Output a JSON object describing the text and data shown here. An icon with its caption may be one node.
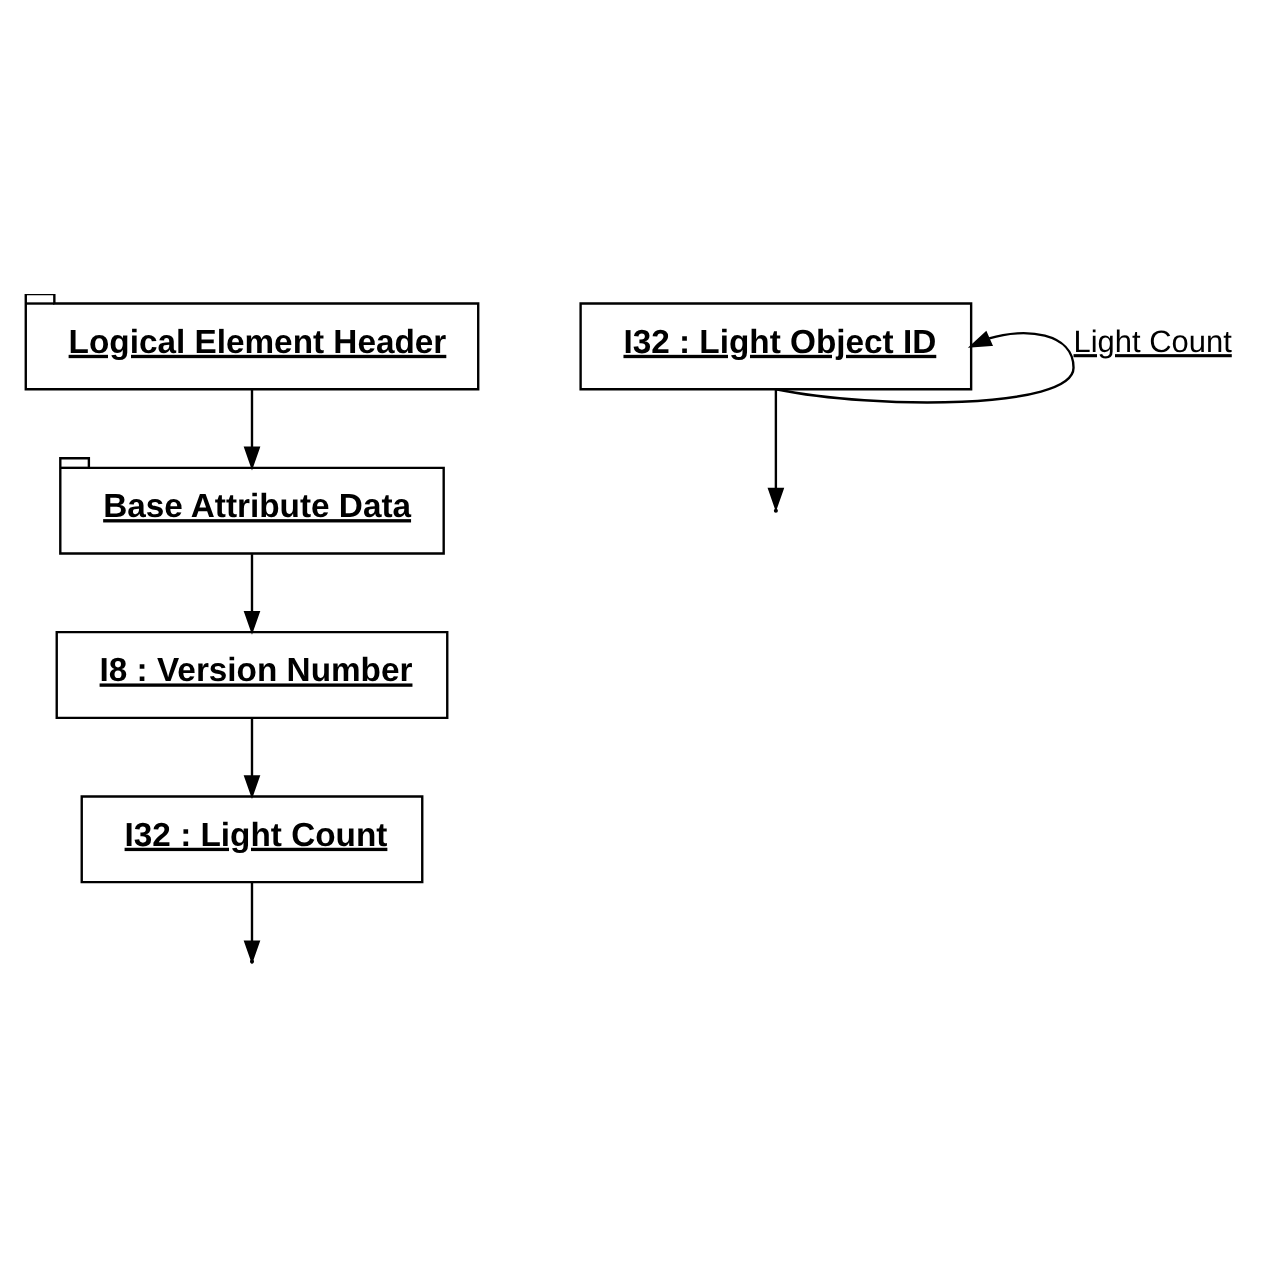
{
  "diagram": {
    "nodes": [
      {
        "text": [
          "Logical Element Header"
        ]
      },
      {
        "text": [
          "Base Attribute Data"
        ]
      },
      {
        "text": [
          "I8 : Version Number"
        ]
      },
      {
        "text": [
          "I32 : Light Count"
        ]
      },
      {
        "text": [
          "I32 : Light Object ID"
        ]
      }
    ],
    "edges": [
      {
        "from": 0,
        "to": 1,
        "arrow": "to"
      },
      {
        "from": 1,
        "to": 2,
        "arrow": "to"
      },
      {
        "from": 2,
        "to": 3,
        "arrow": "to"
      },
      {
        "from": 3,
        "to": null,
        "arrow": "to"
      },
      {
        "from": 4,
        "to": null,
        "arrow": "to"
      },
      {
        "from": 4,
        "to": 4,
        "arrow": "to",
        "label": "Light Count"
      }
    ]
  }
}
